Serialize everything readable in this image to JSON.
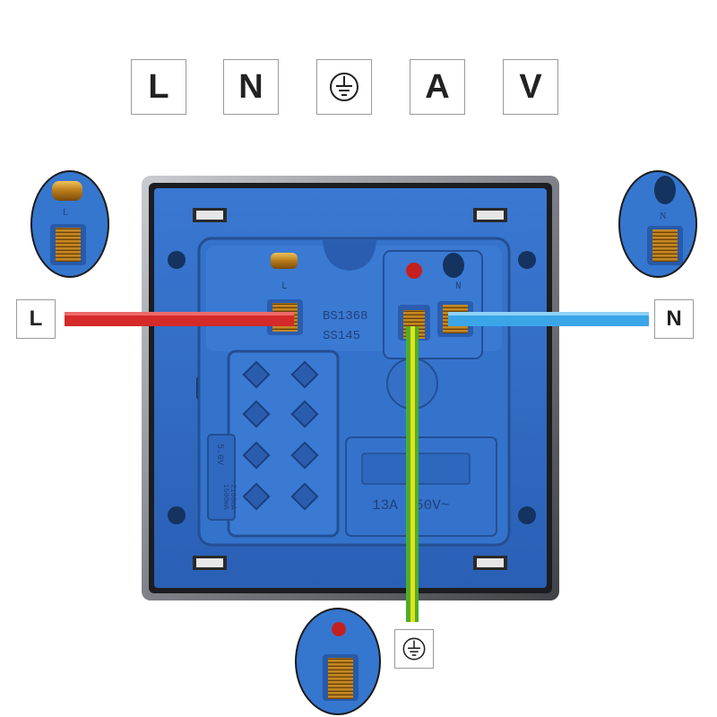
{
  "legend": [
    {
      "label": "L",
      "kind": "text"
    },
    {
      "label": "N",
      "kind": "text"
    },
    {
      "label": "",
      "kind": "earth-icon"
    },
    {
      "label": "A",
      "kind": "text"
    },
    {
      "label": "V",
      "kind": "text"
    }
  ],
  "wire_tags": {
    "live": "L",
    "neutral": "N",
    "earth_icon": "earth-icon"
  },
  "terminal_labels": {
    "live": "L",
    "neutral": "N"
  },
  "markings": {
    "standard_1": "BS1368",
    "standard_2": "SS145",
    "rating": "13A 250V~",
    "usb_rating_1": "5.0V",
    "usb_rating_2": "1500mA",
    "usb_rating_3": "2100mA"
  },
  "colors": {
    "live_wire": "#d42a2a",
    "neutral_wire": "#3aa6e8",
    "earth_wire_green": "#4caf2a",
    "earth_wire_yellow": "#e6e21a",
    "housing_blue": "#2f6cc7",
    "frame_grey": "#8c8f94",
    "brass": "#c8891e"
  }
}
